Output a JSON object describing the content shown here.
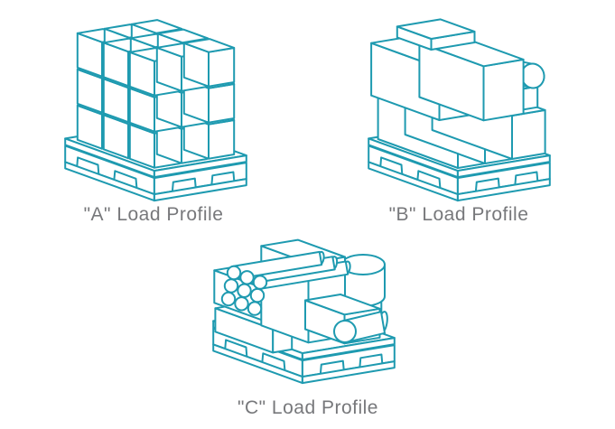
{
  "palette": {
    "line_teal": "#1E9AB0",
    "label_gray": "#77787B",
    "background": "#FFFFFF"
  },
  "diagrams": [
    {
      "id": "a",
      "label": "\"A\" Load Profile"
    },
    {
      "id": "b",
      "label": "\"B\" Load Profile"
    },
    {
      "id": "c",
      "label": "\"C\" Load Profile"
    }
  ]
}
